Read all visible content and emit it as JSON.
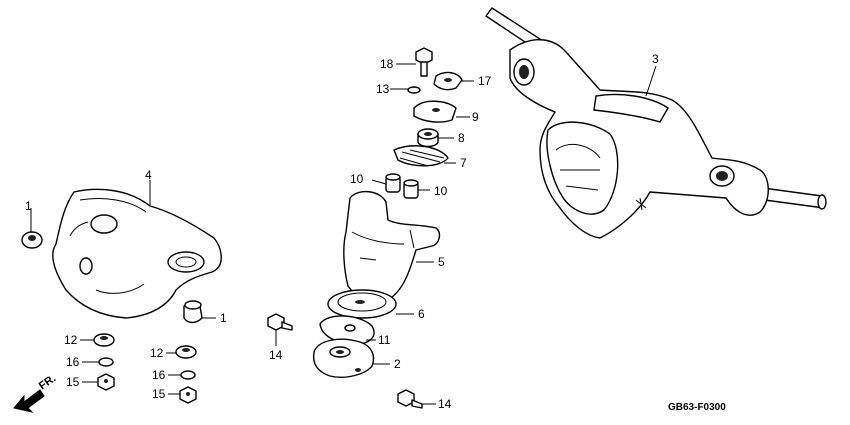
{
  "diagram_code": "GB63-F0300",
  "direction_label": "FR.",
  "callouts": {
    "c1a": "1",
    "c1b": "1",
    "c2": "2",
    "c3": "3",
    "c4": "4",
    "c5": "5",
    "c6": "6",
    "c7": "7",
    "c8": "8",
    "c9": "9",
    "c10a": "10",
    "c10b": "10",
    "c11": "11",
    "c12a": "12",
    "c12b": "12",
    "c13": "13",
    "c14a": "14",
    "c14b": "14",
    "c15a": "15",
    "c15b": "15",
    "c16a": "16",
    "c16b": "16",
    "c17": "17",
    "c18": "18"
  }
}
